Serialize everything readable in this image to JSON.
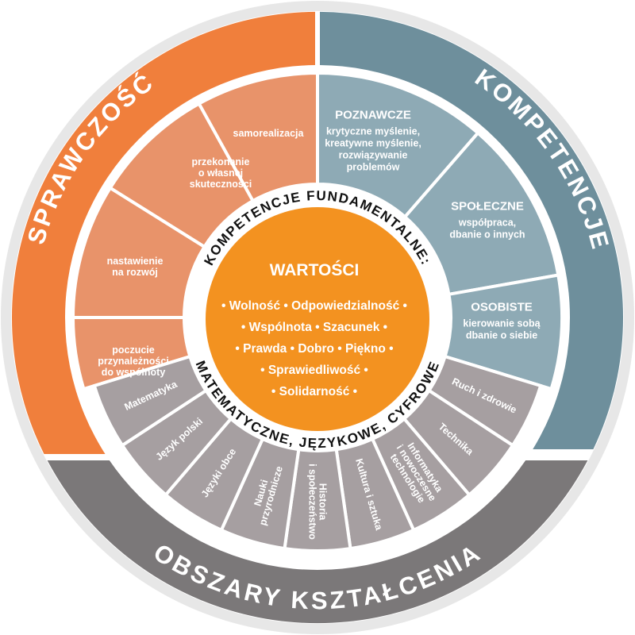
{
  "colors": {
    "outer_rim": "#e7e7e7",
    "sprawczosc_band": "#f07f3c",
    "sprawczosc_segments": "#e8936a",
    "kompetencje_band": "#6e8f9c",
    "kompetencje_segments": "#8eaab5",
    "obszary_band": "#7b7879",
    "obszary_segments": "#a69fa1",
    "center": "#f39220"
  },
  "bands": {
    "sprawczosc": "SPRAWCZOŚĆ",
    "kompetencje": "KOMPETENCJE",
    "obszary": "OBSZARY KSZTAŁCENIA"
  },
  "ring": {
    "top": "KOMPETENCJE FUNDAMENTALNE:",
    "bottom": "MATEMATYCZNE, JĘZYKOWE, CYFROWE"
  },
  "center": {
    "title": "WARTOŚCI",
    "lines": [
      "• Wolność • Odpowiedzialność •",
      "• Wspólnota • Szacunek •",
      "• Prawda • Dobro • Piękno •",
      "• Sprawiedliwość •",
      "• Solidarność •"
    ]
  },
  "sprawczosc_segments": [
    {
      "lines": [
        "samorealizacja"
      ]
    },
    {
      "lines": [
        "przekonanie",
        "o własnej",
        "skuteczności"
      ]
    },
    {
      "lines": [
        "nastawienie",
        "na rozwój"
      ]
    },
    {
      "lines": [
        "poczucie",
        "przynależności",
        "do wspólnoty"
      ]
    }
  ],
  "kompetencje_segments": [
    {
      "heading": "POZNAWCZE",
      "lines": [
        "krytyczne myślenie,",
        "kreatywne myślenie,",
        "rozwiązywanie",
        "problemów"
      ]
    },
    {
      "heading": "SPOŁECZNE",
      "lines": [
        "współpraca,",
        "dbanie o innych"
      ]
    },
    {
      "heading": "OSOBISTE",
      "lines": [
        "kierowanie sobą",
        "dbanie o siebie"
      ]
    }
  ],
  "subjects": [
    {
      "lines": [
        "Ruch i zdrowie"
      ]
    },
    {
      "lines": [
        "Technika"
      ]
    },
    {
      "lines": [
        "Informatyka",
        "i nowoczesne",
        "technologie"
      ]
    },
    {
      "lines": [
        "Kultura i sztuka"
      ]
    },
    {
      "lines": [
        "Historia",
        "i społeczeństwo"
      ]
    },
    {
      "lines": [
        "Nauki",
        "przyrodnicze"
      ]
    },
    {
      "lines": [
        "Języki obce"
      ]
    },
    {
      "lines": [
        "Język polski"
      ]
    },
    {
      "lines": [
        "Matematyka"
      ]
    }
  ]
}
